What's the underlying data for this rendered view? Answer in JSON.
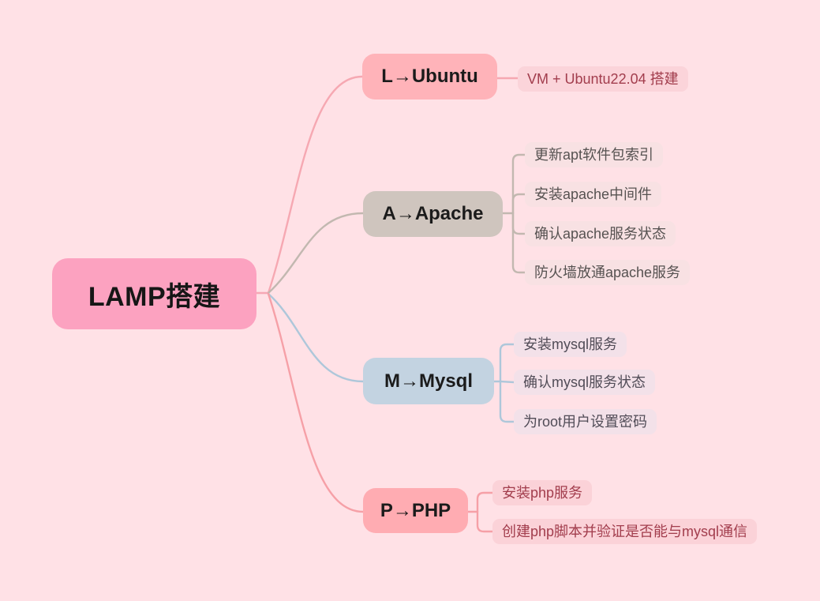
{
  "mindmap": {
    "canvas_bg": "#FFE1E6",
    "root": {
      "label": "LAMP搭建",
      "bg": "#FCA2C0",
      "text_color": "#161616",
      "stub_color": "#F6A8B4"
    },
    "branches": [
      {
        "id": "ubuntu",
        "label": "L→Ubuntu",
        "node_bg": "#FFB3B9",
        "node_text_color": "#1B1B1B",
        "line_color": "#F6A8B2",
        "leaf_bg": "#FBD4DA",
        "leaf_text_color": "#A23D4D",
        "children": [
          "VM + Ubuntu22.04 搭建"
        ]
      },
      {
        "id": "apache",
        "label": "A→Apache",
        "node_bg": "#CFC5BE",
        "node_text_color": "#1B1B1B",
        "line_color": "#C2B8B0",
        "leaf_bg": "#F8E1E3",
        "leaf_text_color": "#565251",
        "children": [
          "更新apt软件包索引",
          "安装apache中间件",
          "确认apache服务状态",
          "防火墙放通apache服务"
        ]
      },
      {
        "id": "mysql",
        "label": "M→Mysql",
        "node_bg": "#C3D3E1",
        "node_text_color": "#1B1B1B",
        "line_color": "#AEC7DA",
        "leaf_bg": "#F3E1E9",
        "leaf_text_color": "#514C57",
        "children": [
          "安装mysql服务",
          "确认mysql服务状态",
          "为root用户设置密码"
        ]
      },
      {
        "id": "php",
        "label": "P→PHP",
        "node_bg": "#FFACB2",
        "node_text_color": "#1B1B1B",
        "line_color": "#F6A0A7",
        "leaf_bg": "#FBD2D8",
        "leaf_text_color": "#A23D4D",
        "children": [
          "安装php服务",
          "创建php脚本并验证是否能与mysql通信"
        ]
      }
    ]
  }
}
